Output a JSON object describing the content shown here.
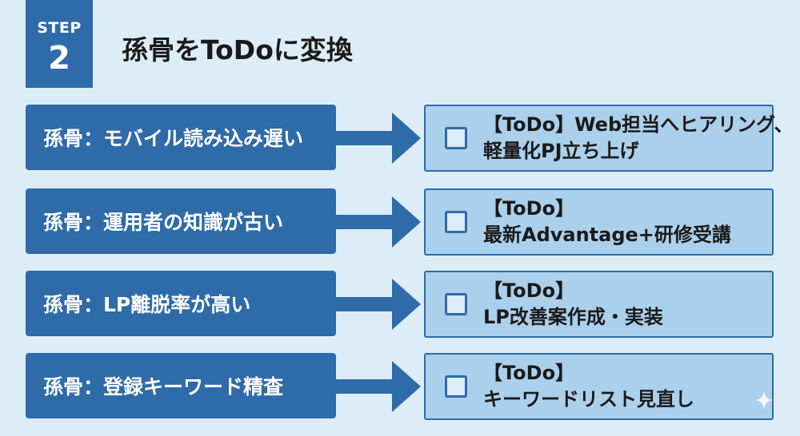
{
  "step": {
    "label": "STEP",
    "number": "2"
  },
  "title": "孫骨をToDoに変換",
  "rows": [
    {
      "source": "孫骨：モバイル読み込み遅い",
      "todo_line1": "【ToDo】Web担当へヒアリング、",
      "todo_line2": "軽量化PJ立ち上げ"
    },
    {
      "source": "孫骨：運用者の知識が古い",
      "todo_line1": "【ToDo】",
      "todo_line2": "最新Advantage+研修受講"
    },
    {
      "source": "孫骨：LP離脱率が高い",
      "todo_line1": "【ToDo】",
      "todo_line2": "LP改善案作成・実装"
    },
    {
      "source": "孫骨：登録キーワード精査",
      "todo_line1": "【ToDo】",
      "todo_line2": "キーワードリスト見直し"
    }
  ],
  "colors": {
    "background": "#dcedf7",
    "primary": "#2e6ba8",
    "todo_fill": "#abd0ec",
    "text": "#1a1a1a"
  },
  "icons": {
    "arrow": "arrow-right-icon",
    "checkbox": "checkbox-icon",
    "sparkle": "sparkle-icon"
  }
}
